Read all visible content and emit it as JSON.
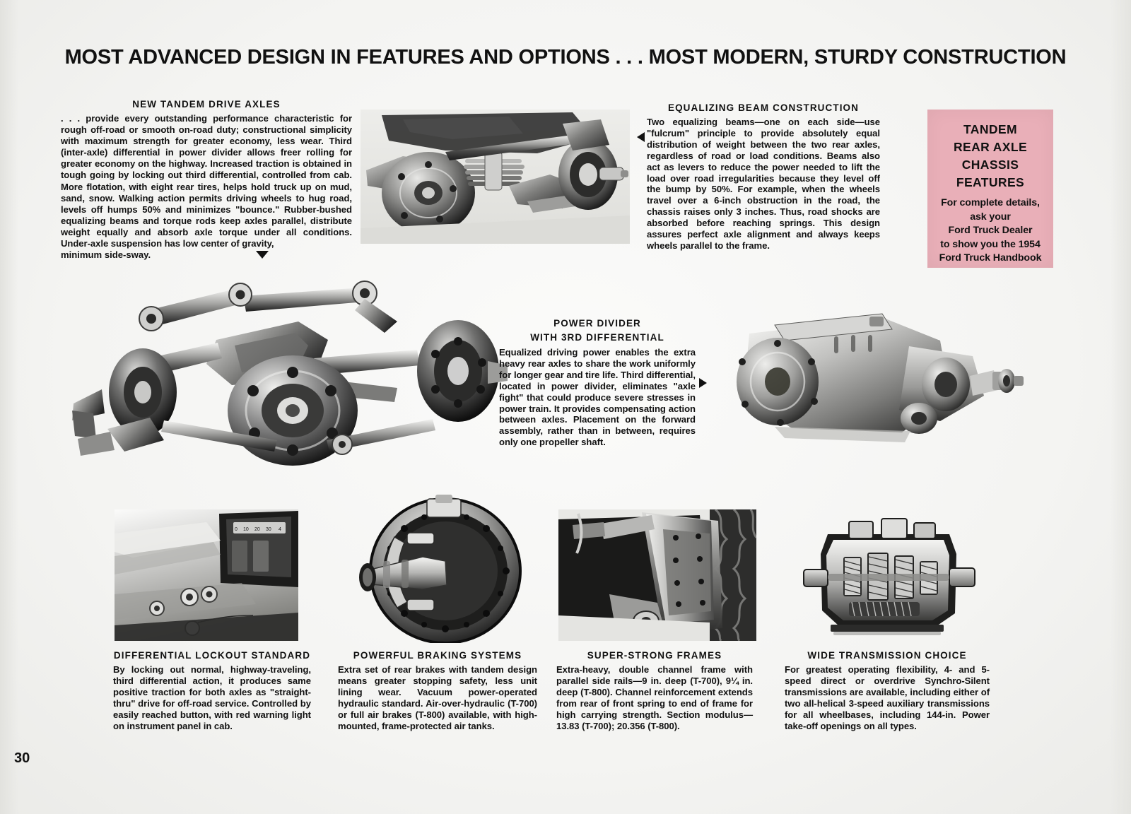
{
  "page": {
    "headline": "MOST ADVANCED DESIGN IN FEATURES AND OPTIONS . . . MOST MODERN, STURDY CONSTRUCTION",
    "number": "30"
  },
  "columns": {
    "tandem": {
      "heading": "NEW TANDEM DRIVE AXLES",
      "body": ". . . provide every outstanding performance characteristic for rough off-road or smooth on-road duty; constructional simplicity with maximum strength for greater economy, less wear. Third (inter-axle) differential in power divider allows freer rolling for greater economy on the highway. Increased traction is obtained in tough going by locking out third differential, controlled from cab. More flotation, with eight rear tires, helps hold truck up on mud, sand, snow. Walking action permits driving wheels to hug road, levels off humps 50% and minimizes \"bounce.\" Rubber-bushed equalizing beams and torque rods keep axles parallel, distribute weight equally and absorb axle torque under all conditions. Under-axle suspension has low center of gravity,",
      "body_tail": "minimum side-sway."
    },
    "equalizing": {
      "heading": "EQUALIZING BEAM CONSTRUCTION",
      "body": "Two equalizing beams—one on each side—use \"fulcrum\" principle to provide absolutely equal distribution of weight between the two rear axles, regardless of road or load conditions. Beams also act as levers to reduce the power needed to lift the load over road irregularities because they level off the bump by 50%. For example, when the wheels travel over a 6-inch obstruction in the road, the chassis raises only 3 inches. Thus, road shocks are absorbed before reaching springs. This design assures perfect axle alignment and always keeps wheels parallel to the frame."
    },
    "power_divider": {
      "heading_line1": "POWER DIVIDER",
      "heading_line2": "WITH 3RD DIFFERENTIAL",
      "body": "Equalized driving power enables the extra heavy rear axles to share the work uniformly for longer gear and tire life. Third differential, located in power divider, eliminates \"axle fight\" that could produce severe stresses in power train. It provides compensating action between axles. Placement on the forward assembly, rather than in between, requires only one propeller shaft."
    }
  },
  "pink_box": {
    "title_lines": [
      "TANDEM",
      "REAR AXLE",
      "CHASSIS",
      "FEATURES"
    ],
    "sub_lines": [
      "For complete details,",
      "ask your",
      "Ford Truck Dealer",
      "to show you the 1954",
      "Ford Truck Handbook"
    ],
    "background_color": "#e9afb8"
  },
  "captions": [
    {
      "heading": "DIFFERENTIAL LOCKOUT STANDARD",
      "body": "By locking out normal, highway-traveling, third differential action, it produces same positive traction for both axles as \"straight-thru\" drive for off-road service. Controlled by easily reached button, with red warning light on instrument panel in cab."
    },
    {
      "heading": "POWERFUL BRAKING SYSTEMS",
      "body": "Extra set of rear brakes with tandem design means greater stopping safety, less unit lining wear. Vacuum power-operated hydraulic standard. Air-over-hydraulic (T-700) or full air brakes (T-800) available, with high-mounted, frame-protected air tanks."
    },
    {
      "heading": "SUPER-STRONG FRAMES",
      "body": "Extra-heavy, double channel frame with parallel side rails—9 in. deep (T-700), 9¼ in. deep (T-800). Channel reinforcement extends from rear of front spring to end of frame for high carrying strength. Section modulus—13.83 (T-700); 20.356 (T-800)."
    },
    {
      "heading": "WIDE TRANSMISSION CHOICE",
      "body": "For greatest operating flexibility, 4- and 5-speed direct or overdrive Synchro-Silent transmissions are available, including either of two all-helical 3-speed auxiliary transmissions for all wheelbases, including 144-in. Power take-off openings on all types."
    }
  ],
  "photos": {
    "top_axle": "tandem-rear-axle-assembly-photo",
    "chassis": "full-tandem-rear-axle-chassis-photo",
    "power_divider": "power-divider-housing-photo",
    "lockout": "differential-lockout-control-photo",
    "brake": "rear-brake-drum-cutaway-photo",
    "frame": "double-channel-frame-rail-photo",
    "transmission": "auxiliary-transmission-cutaway-photo",
    "gauge_markings": "0 10 20 30 4"
  }
}
